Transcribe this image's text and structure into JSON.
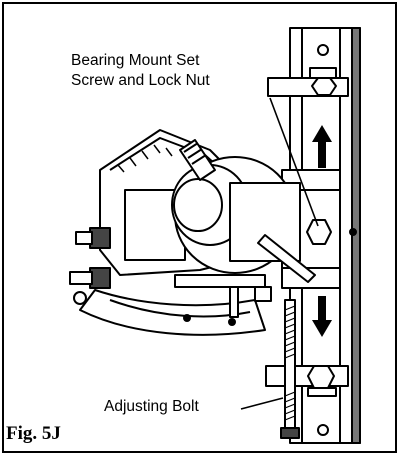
{
  "figure": {
    "label": "Fig. 5J",
    "callouts": {
      "bearing_mount": [
        "Bearing Mount Set",
        "Screw and Lock Nut"
      ],
      "adjusting_bolt": "Adjusting Bolt"
    }
  },
  "colors": {
    "ink": "#000000",
    "paper": "#ffffff",
    "shade": "#5a5a5a"
  },
  "icons": [
    "arrow-up-icon",
    "arrow-down-icon"
  ]
}
